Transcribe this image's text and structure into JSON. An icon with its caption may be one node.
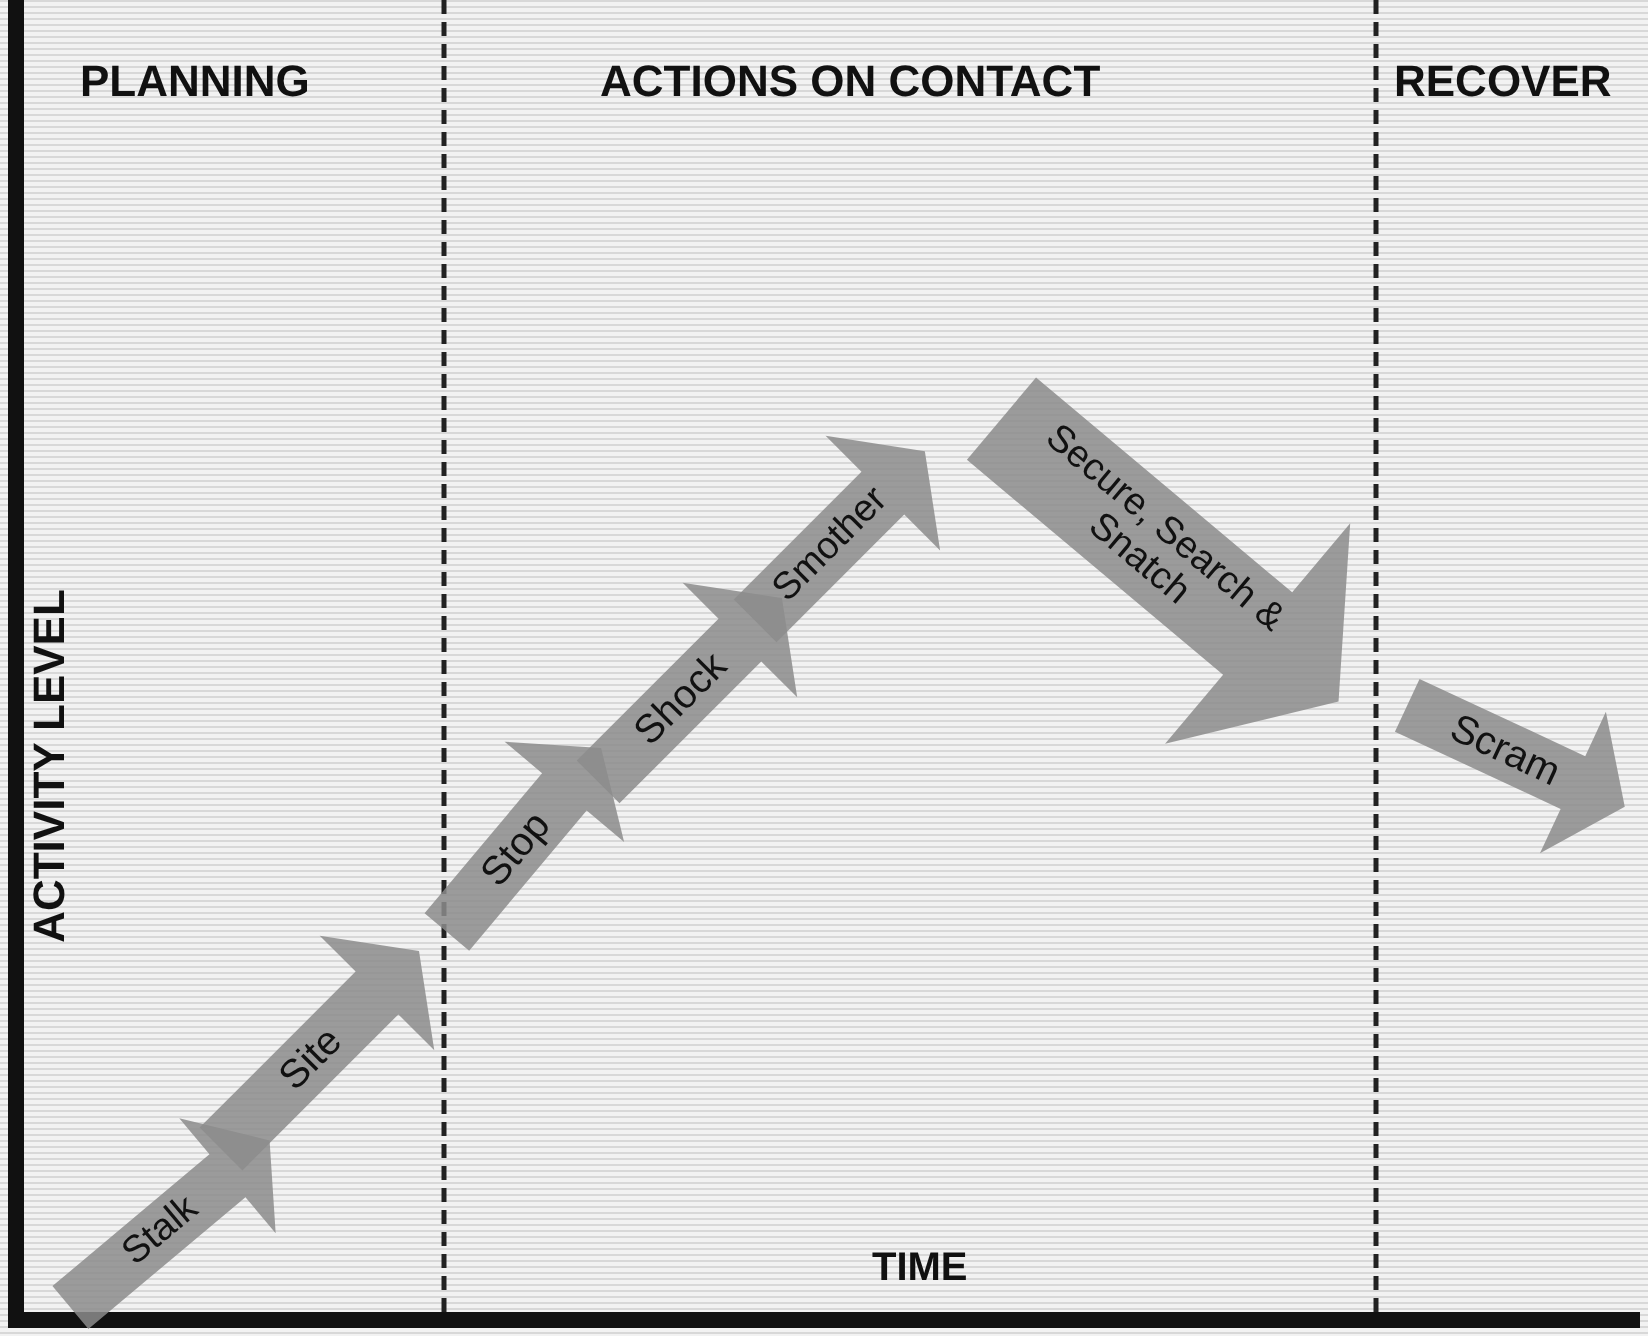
{
  "diagram": {
    "nodes": [
      {
        "text": [
          "Stalk"
        ]
      },
      {
        "text": [
          "Site"
        ]
      },
      {
        "text": [
          "Stop"
        ]
      },
      {
        "text": [
          "Shock"
        ]
      },
      {
        "text": [
          "Smother"
        ]
      },
      {
        "text": [
          "Secure, Search & Snatch"
        ]
      },
      {
        "text": [
          "Scram"
        ]
      }
    ],
    "labels": [
      "PLANNING",
      "ACTIONS ON CONTACT",
      "RECOVER",
      "ACTIVITY LEVEL",
      "TIME"
    ]
  }
}
